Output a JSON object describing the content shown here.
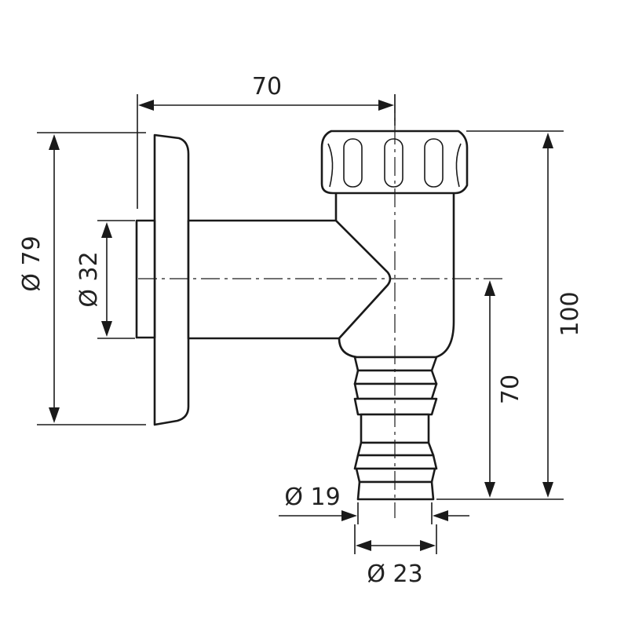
{
  "dimensions": {
    "spout_length": "70",
    "wall_flange_diameter": "Ø 79",
    "pipe_diameter": "Ø 32",
    "total_height": "100",
    "outlet_height": "70",
    "hose_inner_diameter": "Ø 19",
    "hose_outer_diameter": "Ø 23"
  },
  "colors": {
    "line": "#1a1a1a",
    "background": "#ffffff"
  }
}
